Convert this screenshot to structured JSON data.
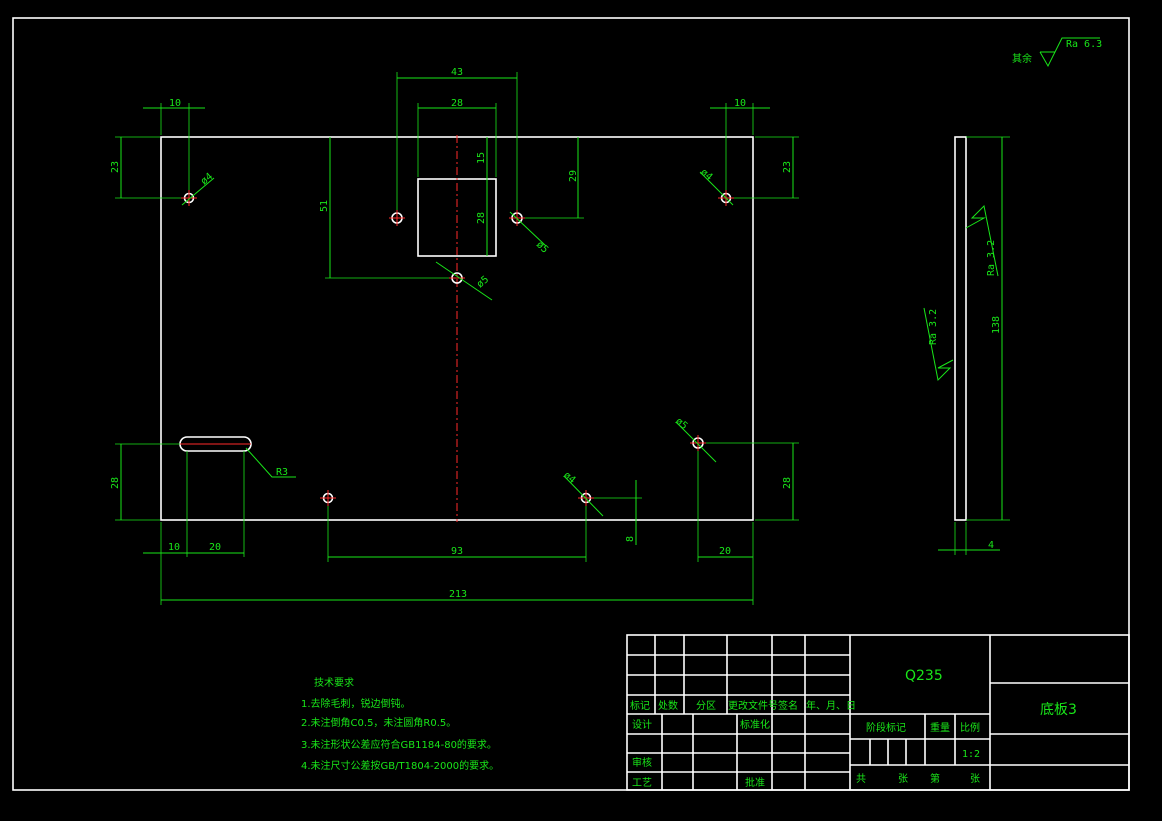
{
  "roughness": {
    "general_prefix": "其余",
    "general_value": "Ra 6.3",
    "side_right": "Ra 3.2",
    "side_left": "Ra 3.2"
  },
  "dims": {
    "top_left_10": "10",
    "top_right_10": "10",
    "slot_outer_43": "43",
    "slot_inner_28": "28",
    "slot_depth_15": "15",
    "slot_height_28": "28",
    "depth_29": "29",
    "left_23": "23",
    "right_23": "23",
    "left_51": "51",
    "left_28": "28",
    "right_28": "28",
    "bottom_10": "10",
    "bottom_20_left": "20",
    "bottom_93": "93",
    "bottom_20_right": "20",
    "overall_213": "213",
    "small_8": "8",
    "side_138": "138",
    "side_4": "4",
    "hole_tl": "ø4",
    "hole_tr": "ø4",
    "hole_slot_right": "ø5",
    "hole_center": "ø5",
    "hole_br": "ø5",
    "hole_bottom": "ø4",
    "radius_r3": "R3"
  },
  "notes": {
    "title": "技术要求",
    "items": [
      "1.去除毛刺，锐边倒钝。",
      "2.未注倒角C0.5，未注圆角R0.5。",
      "3.未注形状公差应符合GB1184-80的要求。",
      "4.未注尺寸公差按GB/T1804-2000的要求。"
    ]
  },
  "title_block": {
    "material": "Q235",
    "part_name": "底板3",
    "rev_headers": [
      "标记",
      "处数",
      "分区",
      "更改文件号",
      "签名",
      "年、月、日"
    ],
    "design": "设计",
    "standardization": "标准化",
    "review": "审核",
    "process": "工艺",
    "approve": "批准",
    "stage_mark": "阶段标记",
    "weight": "重量",
    "scale": "比例",
    "scale_value": "1:2",
    "total_label": "共",
    "sheets_label": "张",
    "nth_label": "第",
    "sheet_label": "张"
  }
}
